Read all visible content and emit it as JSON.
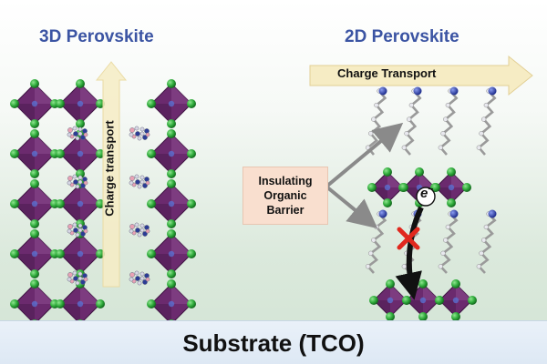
{
  "left_panel": {
    "title": "3D Perovskite",
    "arrow_label": "Charge transport"
  },
  "right_panel": {
    "title": "2D Perovskite",
    "arrow_label": "Charge Transport",
    "callout": {
      "lines": [
        "Insulating",
        "Organic",
        "Barrier"
      ]
    },
    "electron": {
      "symbol": "e",
      "charge": "−"
    }
  },
  "substrate": {
    "label": "Substrate (TCO)"
  },
  "colors": {
    "title_text": "#3b54a3",
    "octahedron": "#6b2a6e",
    "halide": "#2eaa3a",
    "transport_arrow": "#f6ecc4",
    "callout_bg": "#f9dfcf",
    "block_mark": "#e0281e",
    "substrate_bg": "#e3ecf6"
  }
}
